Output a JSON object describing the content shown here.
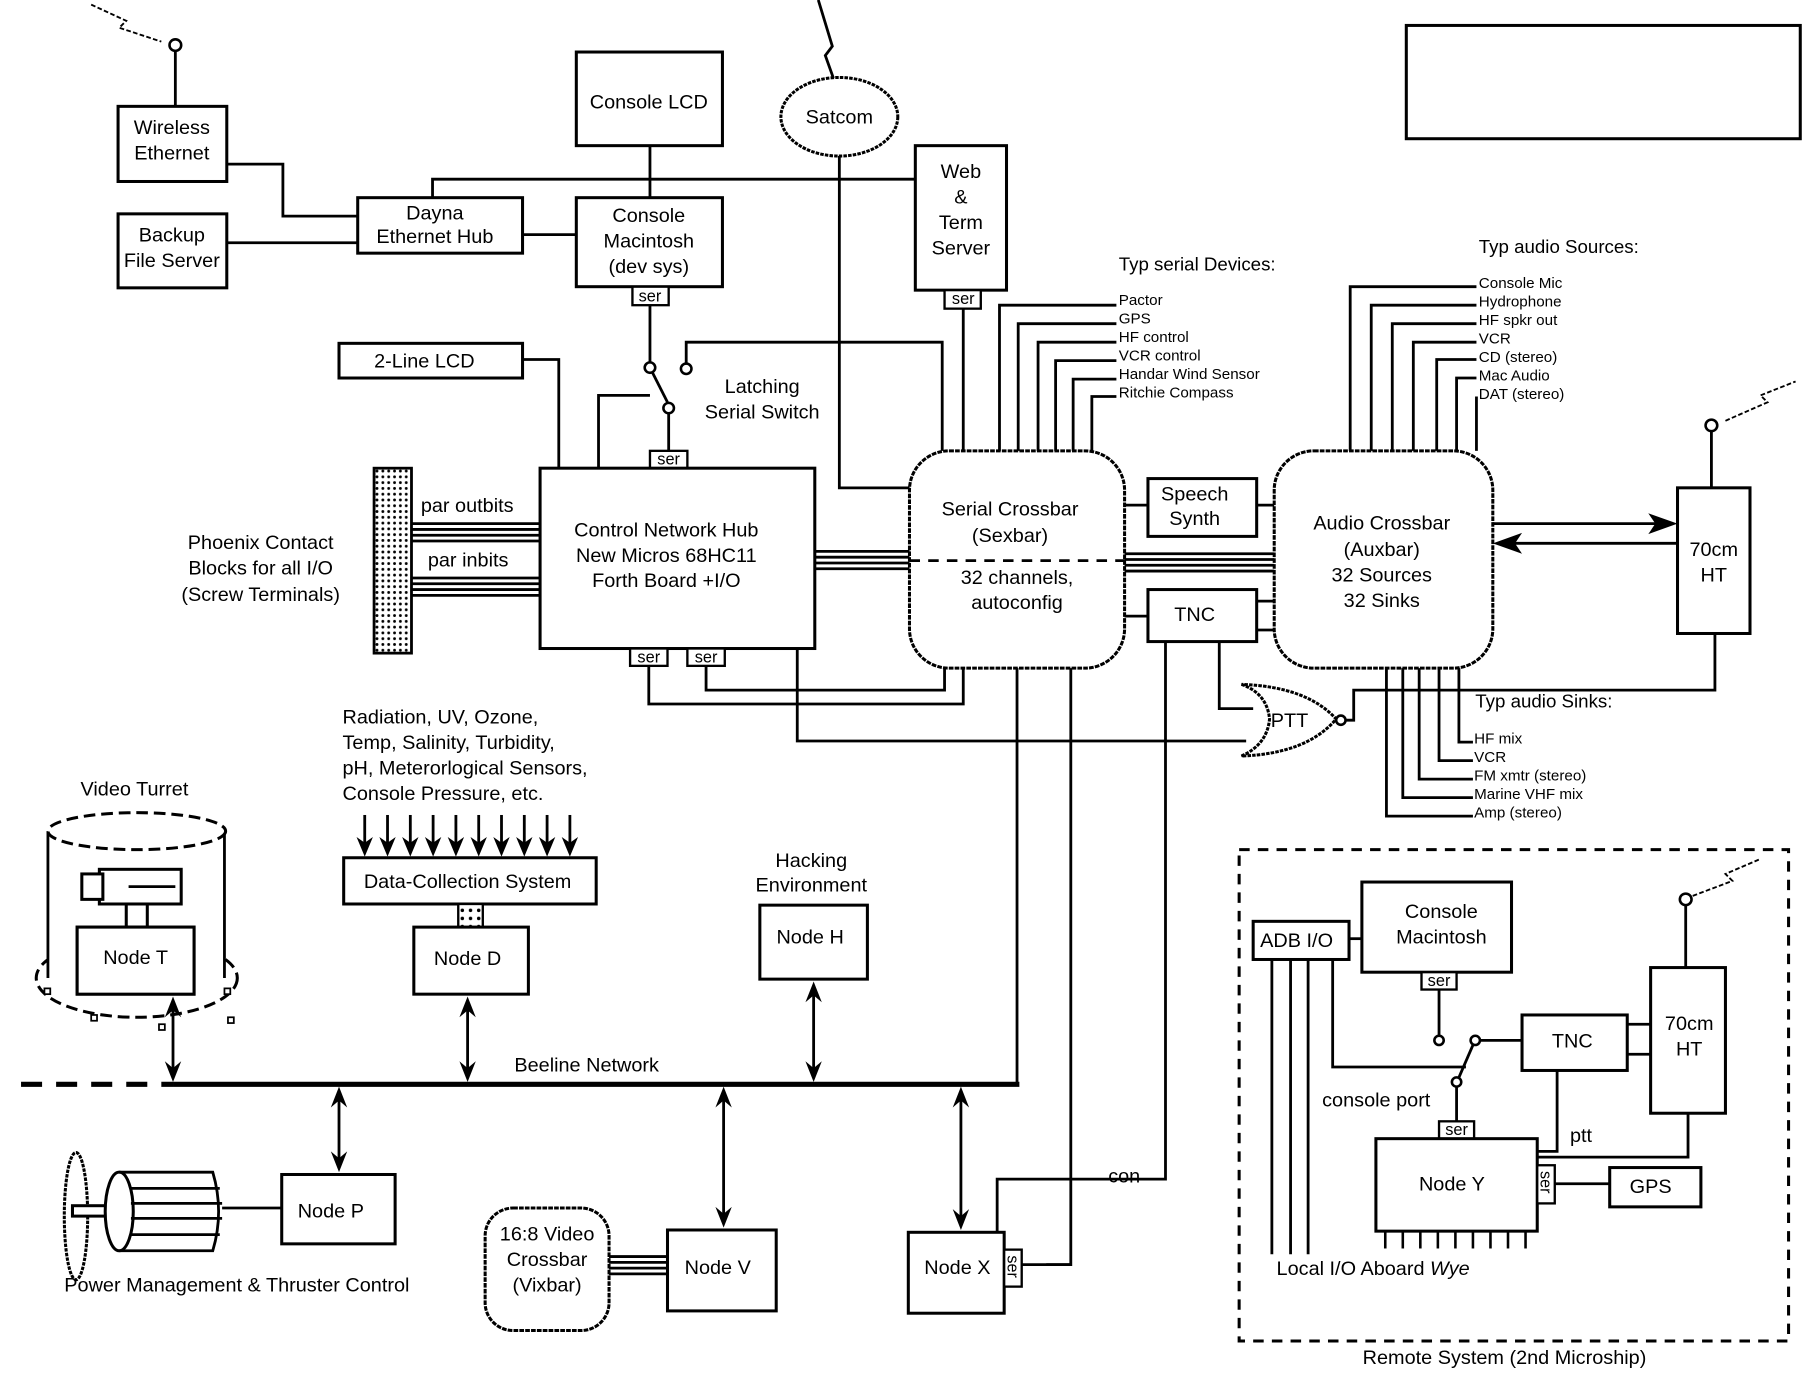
{
  "title_box": {
    "text": ""
  },
  "top_left": {
    "wireless_ethernet": [
      "Wireless",
      "Ethernet"
    ],
    "backup_file_server": [
      "Backup",
      "File Server"
    ],
    "dayna_hub": [
      "Dayna",
      "Ethernet Hub"
    ],
    "console_lcd": "Console LCD",
    "console_mac": [
      "Console",
      "Macintosh",
      "(dev sys)"
    ],
    "satcom": "Satcom",
    "web_term_server": [
      "Web",
      "&",
      "Term",
      "Server"
    ],
    "two_line_lcd": "2-Line LCD",
    "latching_switch": [
      "Latching",
      "Serial Switch"
    ]
  },
  "ser_label": "ser",
  "control_hub": {
    "lines": [
      "Control Network Hub",
      "New Micros 68HC11",
      "Forth Board +I/O"
    ],
    "par_outbits": "par outbits",
    "par_inbits": "par inbits"
  },
  "phoenix": [
    "Phoenix Contact",
    "Blocks for all I/O",
    "(Screw Terminals)"
  ],
  "serial_crossbar": {
    "top": [
      "Serial Crossbar",
      "(Sexbar)"
    ],
    "bottom": [
      "32 channels,",
      "autoconfig"
    ]
  },
  "serial_devices": {
    "heading": "Typ serial Devices:",
    "items": [
      "Pactor",
      "GPS",
      "HF control",
      "VCR control",
      "Handar Wind Sensor",
      "Ritchie Compass"
    ]
  },
  "speech_synth": [
    "Speech",
    "Synth"
  ],
  "tnc": "TNC",
  "ptt": "PTT",
  "audio_crossbar": [
    "Audio Crossbar",
    "(Auxbar)",
    "32 Sources",
    "32 Sinks"
  ],
  "audio_sources": {
    "heading": "Typ audio Sources:",
    "items": [
      "Console Mic",
      "Hydrophone",
      "HF spkr out",
      "VCR",
      "CD (stereo)",
      "Mac Audio",
      "DAT (stereo)"
    ]
  },
  "audio_sinks": {
    "heading": "Typ audio Sinks:",
    "items": [
      "HF mix",
      "VCR",
      "FM xmtr (stereo)",
      "Marine VHF mix",
      "Amp (stereo)"
    ]
  },
  "ht_70cm": [
    "70cm",
    "HT"
  ],
  "sensors_text": [
    "Radiation, UV, Ozone,",
    "Temp, Salinity, Turbidity,",
    "pH, Meterorlogical Sensors,",
    "Console Pressure, etc."
  ],
  "data_collection": "Data-Collection System",
  "video_turret": "Video Turret",
  "hacking_env": [
    "Hacking",
    "Environment"
  ],
  "nodes": {
    "t": "Node T",
    "d": "Node D",
    "h": "Node H",
    "p": "Node P",
    "v": "Node V",
    "x": "Node X",
    "y": "Node Y"
  },
  "beeline": "Beeline Network",
  "power_mgmt": "Power Management & Thruster Control",
  "vixbar": [
    "16:8 Video",
    "Crossbar",
    "(Vixbar)"
  ],
  "con_label": "con",
  "remote": {
    "adb_io": "ADB I/O",
    "console_mac": [
      "Console",
      "Macintosh"
    ],
    "tnc": "TNC",
    "ht": [
      "70cm",
      "HT"
    ],
    "console_port": "console port",
    "ptt": "ptt",
    "gps": "GPS",
    "local_io_prefix": "Local I/O Aboard ",
    "local_io_italic": "Wye",
    "caption": "Remote System (2nd Microship)"
  }
}
